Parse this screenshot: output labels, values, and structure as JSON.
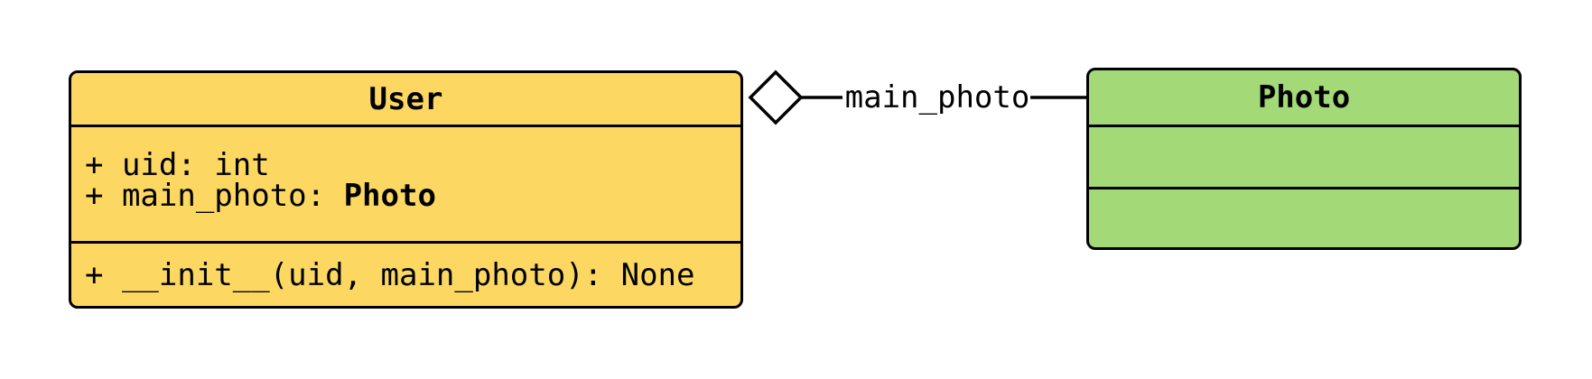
{
  "diagram": {
    "kind": "uml-class-diagram",
    "background": "#ffffff",
    "line_color": "#000000",
    "text_color": "#000000",
    "classes": [
      {
        "name": "User",
        "fill": "#fcd862",
        "attributes": [
          {
            "parts": [
              {
                "text": "+ uid: int",
                "weight": "normal"
              }
            ]
          },
          {
            "parts": [
              {
                "text": "+ main_photo: ",
                "weight": "normal"
              },
              {
                "text": "Photo",
                "weight": "bold"
              }
            ]
          }
        ],
        "methods": [
          {
            "parts": [
              {
                "text": "+ __init__(uid, main_photo): None",
                "weight": "normal"
              }
            ]
          }
        ]
      },
      {
        "name": "Photo",
        "fill": "#a3d977",
        "attributes": [],
        "methods": []
      }
    ],
    "edge": {
      "label": "main_photo",
      "type": "aggregation",
      "diamond_at": "User",
      "diamond_fill": "#ffffff"
    }
  }
}
